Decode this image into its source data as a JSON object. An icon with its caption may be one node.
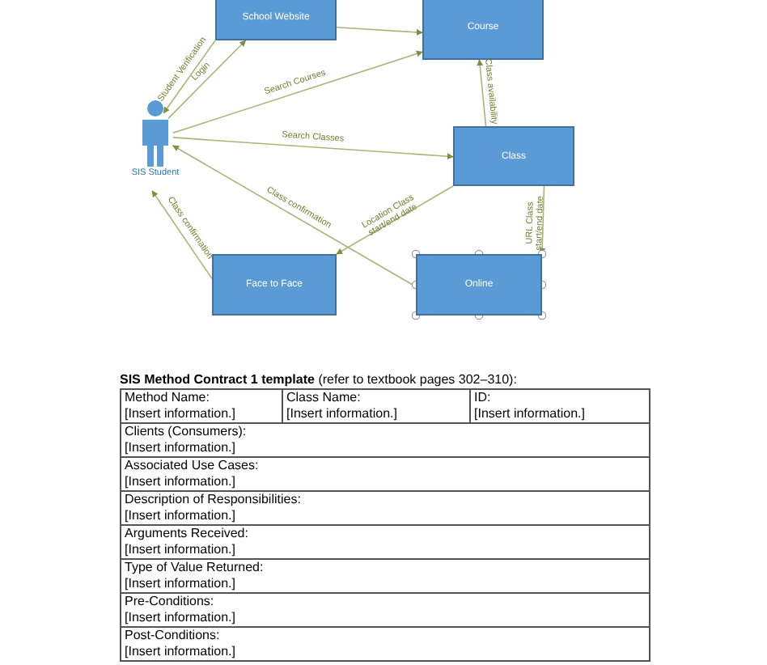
{
  "diagram": {
    "nodes": [
      {
        "text": [
          "School Website"
        ]
      },
      {
        "text": [
          "Course"
        ]
      },
      {
        "text": [
          "SIS Student"
        ]
      },
      {
        "text": [
          "Class"
        ]
      },
      {
        "text": [
          "Face to Face"
        ]
      },
      {
        "text": [
          "Online"
        ]
      }
    ],
    "edges": [
      {
        "from": 0,
        "to": 1,
        "arrow": "to"
      },
      {
        "from": 0,
        "to": 2,
        "arrow": "to",
        "label": "Student Verification"
      },
      {
        "from": 2,
        "to": 0,
        "arrow": "to",
        "label": "Login"
      },
      {
        "from": 2,
        "to": 1,
        "arrow": "to",
        "label": "Search Courses"
      },
      {
        "from": 2,
        "to": 3,
        "arrow": "to",
        "label": "Search Classes"
      },
      {
        "from": 3,
        "to": 1,
        "arrow": "to",
        "label": "Class availability"
      },
      {
        "from": 5,
        "to": 2,
        "arrow": "to",
        "label": "Class confirmation"
      },
      {
        "from": 4,
        "to": 2,
        "arrow": "to",
        "label": "Class confirmation"
      },
      {
        "from": 3,
        "to": 4,
        "arrow": "to",
        "label": "Location Class start/end date"
      },
      {
        "from": 3,
        "to": 5,
        "arrow": "to",
        "label": "URL Class start/end date"
      }
    ],
    "labels": [
      "**SIS Method Contract 1 template** (refer to textbook pages 302–310):",
      "Method Name:",
      "[Insert information.]",
      "Class Name:",
      "[Insert information.]",
      "ID:",
      "[Insert information.]",
      "Clients (Consumers):",
      "[Insert information.]",
      "Associated Use Cases:",
      "[Insert information.]",
      "Description of Responsibilities:",
      "[Insert information.]",
      "Arguments Received:",
      "[Insert information.]",
      "Type of Value Returned:",
      "[Insert information.]",
      "Pre-Conditions:",
      "[Insert information.]",
      "Post-Conditions:",
      "[Insert information.]"
    ]
  }
}
